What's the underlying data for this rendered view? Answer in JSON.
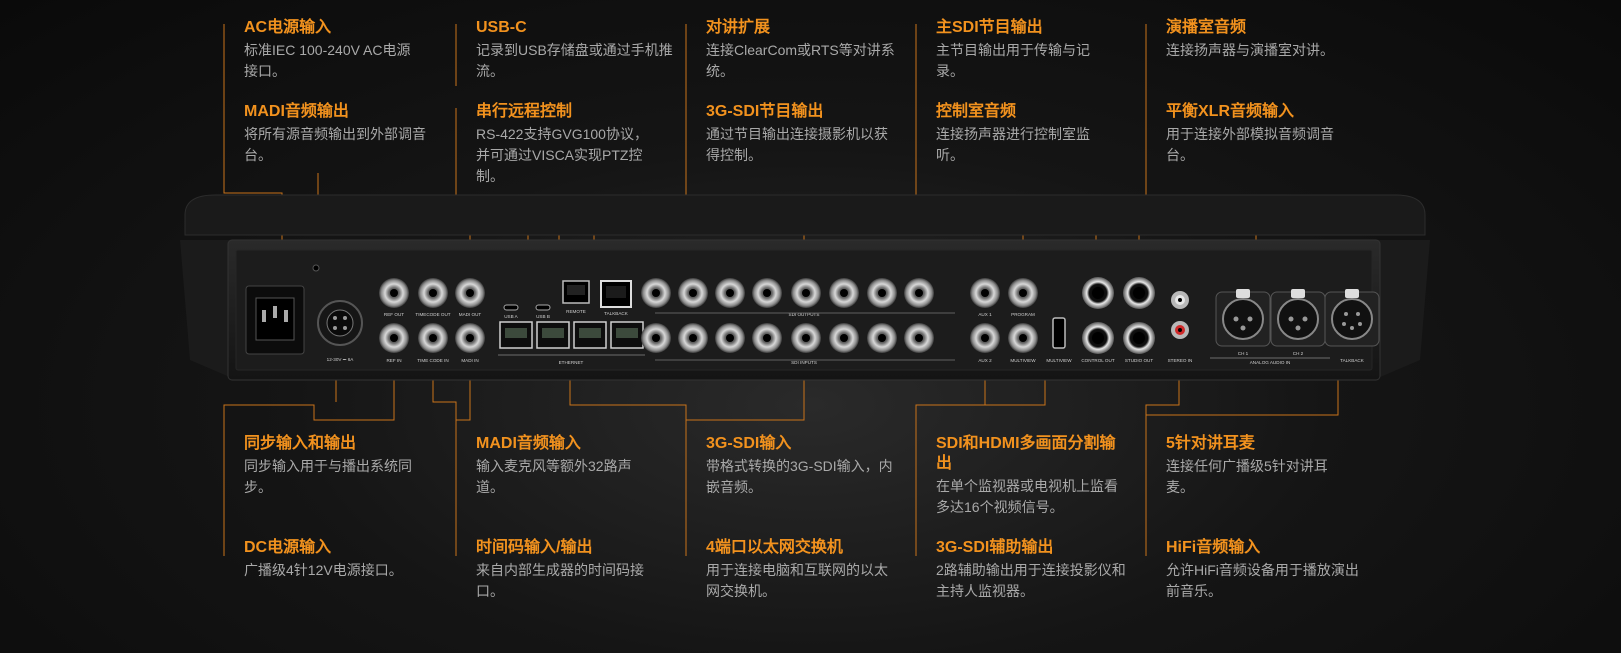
{
  "callouts": {
    "ac_power": {
      "title": "AC电源输入",
      "desc": "标准IEC 100-240V AC电源接口。"
    },
    "usb_c": {
      "title": "USB-C",
      "desc": "记录到USB存储盘或通过手机推流。"
    },
    "talkback_ext": {
      "title": "对讲扩展",
      "desc": "连接ClearCom或RTS等对讲系统。"
    },
    "main_sdi_out": {
      "title": "主SDI节目输出",
      "desc": "主节目输出用于传输与记录。"
    },
    "studio_audio": {
      "title": "演播室音频",
      "desc": "连接扬声器与演播室对讲。"
    },
    "madi_out": {
      "title": "MADI音频输出",
      "desc": "将所有源音频输出到外部调音台。"
    },
    "serial_remote": {
      "title": "串行远程控制",
      "desc": "RS-422支持GVG100协议，并可通过VISCA实现PTZ控制。"
    },
    "sdi_program_out": {
      "title": "3G-SDI节目输出",
      "desc": "通过节目输出连接摄影机以获得控制。"
    },
    "control_room_audio": {
      "title": "控制室音频",
      "desc": "连接扬声器进行控制室监听。"
    },
    "xlr_in": {
      "title": "平衡XLR音频输入",
      "desc": "用于连接外部模拟音频调音台。"
    },
    "ref_io": {
      "title": "同步输入和输出",
      "desc": "同步输入用于与播出系统同步。"
    },
    "madi_in": {
      "title": "MADI音频输入",
      "desc": "输入麦克风等额外32路声道。"
    },
    "sdi_in": {
      "title": "3G-SDI输入",
      "desc": "带格式转换的3G-SDI输入，内嵌音频。"
    },
    "multiview": {
      "title": "SDI和HDMI多画面分割输出",
      "desc": "在单个监视器或电视机上监看多达16个视频信号。"
    },
    "talkback_headset": {
      "title": "5针对讲耳麦",
      "desc": "连接任何广播级5针对讲耳麦。"
    },
    "dc_power": {
      "title": "DC电源输入",
      "desc": "广播级4针12V电源接口。"
    },
    "timecode": {
      "title": "时间码输入/输出",
      "desc": "来自内部生成器的时间码接口。"
    },
    "ethernet": {
      "title": "4端口以太网交换机",
      "desc": "用于连接电脑和互联网的以太网交换机。"
    },
    "aux_out": {
      "title": "3G-SDI辅助输出",
      "desc": "2路辅助输出用于连接投影仪和主持人监视器。"
    },
    "hifi_in": {
      "title": "HiFi音频输入",
      "desc": "允许HiFi音频设备用于播放演出前音乐。"
    }
  },
  "panel_labels": {
    "ref_out": "REF OUT",
    "timecode_out": "TIMECODE OUT",
    "madi_out": "MADI OUT",
    "ref_in": "REF IN",
    "timecode_in": "TIME CODE IN",
    "madi_in": "MADI IN",
    "usb_a": "USB A",
    "usb_b": "USB B",
    "remote": "REMOTE",
    "talkback": "TALKBACK",
    "ethernet": "ETHERNET",
    "sdi_outputs": "SDI OUTPUTS",
    "sdi_inputs": "SDI INPUTS",
    "aux1": "AUX 1",
    "program": "PROGRAM",
    "aux2": "AUX 2",
    "multiview": "MULTIVIEW",
    "multiview_hdmi": "MULTIVIEW",
    "control_out": "CONTROL OUT",
    "studio_out": "STUDIO OUT",
    "stereo_in": "STEREO IN",
    "ch1": "CH 1",
    "ch2": "CH 2",
    "analog_audio_in": "ANALOG AUDIO IN",
    "talkback2": "TALKBACK",
    "dc_power": "12-30V ⎓ 6A"
  },
  "colors": {
    "accent": "#f2921e",
    "desc": "#a9a9a9",
    "chassis": "#1d1d1d"
  }
}
